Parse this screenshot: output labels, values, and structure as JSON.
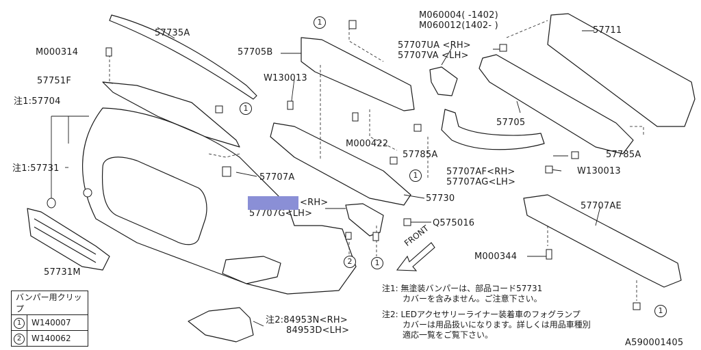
{
  "labels": {
    "p57735a": "57735A",
    "pM000314": "M000314",
    "p57751f": "57751F",
    "p57704": "注1:57704",
    "p57731": "注1:57731",
    "p57731m": "57731M",
    "p57705b": "57705B",
    "pW130013a": "W130013",
    "pM000422": "M000422",
    "p57707a": "57707A",
    "p57730": "57730",
    "p57707f_rh": "<RH>",
    "p57707g_lh": "57707G<LH>",
    "pQ575016": "Q575016",
    "pM060004": "M060004(   -1402)",
    "pM060012": "M060012(1402-    )",
    "p57711": "57711",
    "p57707ua": "57707UA <RH>",
    "p57707va": "57707VA <LH>",
    "p57705": "57705",
    "p57785a_1": "57785A",
    "p57785a_2": "57785A",
    "p57707af": "57707AF<RH>",
    "p57707ag": "57707AG<LH>",
    "pW130013b": "W130013",
    "p57707ae": "57707AE",
    "pM000344": "M000344",
    "p84953n": "注2:84953N<RH>",
    "p84953d": "84953D<LH>",
    "front": "FRONT",
    "figure_code": "A590001405"
  },
  "callouts": {
    "one": "1",
    "two": "2"
  },
  "clip_table": {
    "header": "バンパー用クリップ",
    "rows": [
      {
        "mark": "1",
        "part": "W140007"
      },
      {
        "mark": "2",
        "part": "W140062"
      }
    ]
  },
  "notes": {
    "n1_line1": "注1: 無塗装バンパーは、部品コード57731",
    "n1_line2": "カバーを含みません。ご注意下さい。",
    "n2_line1": "注2: LEDアクセサリーライナー装着車のフォグランプ",
    "n2_line2": "カバーは用品扱いになります。詳しくは用品車種別",
    "n2_line3": "適応一覧をご覧下さい。"
  },
  "colors": {
    "ink": "#1a1a1a",
    "redaction": "#8a8fd6"
  }
}
